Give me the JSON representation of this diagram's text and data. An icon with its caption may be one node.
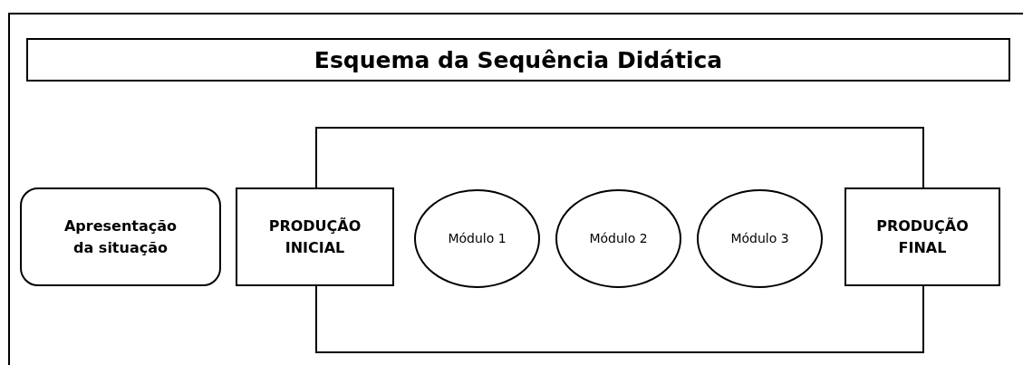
{
  "diagram": {
    "title": "Esquema da Sequência Didática",
    "nodes": [
      {
        "text": [],
        "shape": "box"
      },
      {
        "text": [
          "Apresentação da situação"
        ]
      },
      {
        "text": [
          "PRODUÇÃO INICIAL"
        ]
      },
      {
        "text": [
          "Módulo 1"
        ],
        "in": 0
      },
      {
        "text": [
          "Módulo 2"
        ],
        "in": 0
      },
      {
        "text": [
          "Módulo 3"
        ],
        "in": 0
      },
      {
        "text": [
          "PRODUÇÃO FINAL"
        ]
      }
    ]
  }
}
